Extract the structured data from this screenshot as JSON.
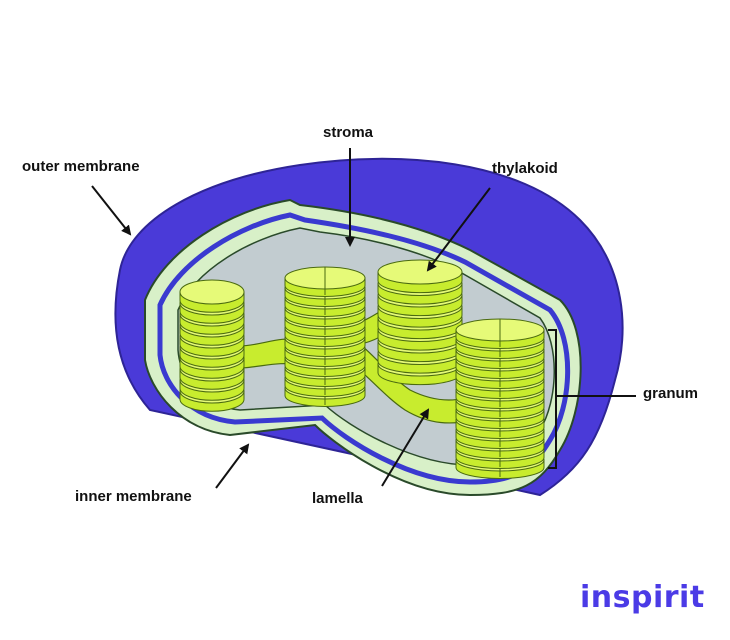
{
  "labels": {
    "stroma": "stroma",
    "outer_membrane": "outer membrane",
    "thylakoid": "thylakoid",
    "granum": "granum",
    "inner_membrane": "inner membrane",
    "lamella": "lamella"
  },
  "brand": {
    "name": "inspirit"
  },
  "colors": {
    "outer_membrane": "#4a3ad8",
    "outer_membrane_edge": "#2e2496",
    "inner_membrane": "#d8f0c8",
    "intermembrane_blue": "#3a3ad0",
    "stroma": "#c2ccd0",
    "thylakoid": "#c8ec2e",
    "thylakoid_light": "#e6fa78",
    "thylakoid_edge": "#4a6a10",
    "brand": "#4b3be6"
  }
}
